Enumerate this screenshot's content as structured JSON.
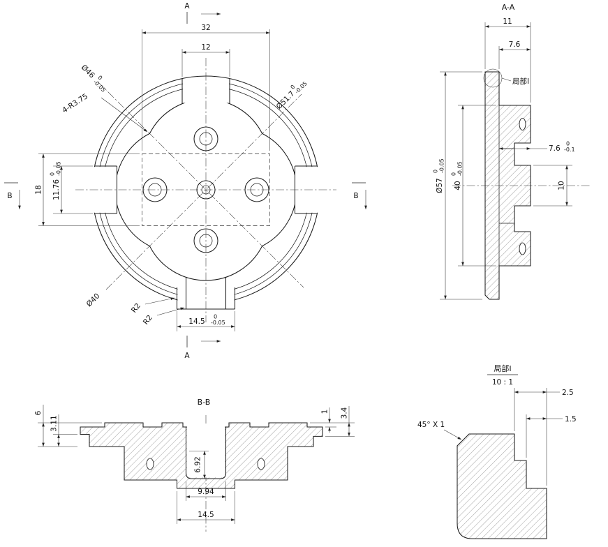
{
  "front": {
    "section_marker_a_top": "A",
    "section_marker_a_bottom": "A",
    "section_marker_b_left": "B",
    "section_marker_b_right": "B",
    "dim_32": "32",
    "dim_12": "12",
    "dim_18": "18",
    "dim_d46": {
      "value": "Ø46",
      "tol_upper": "0",
      "tol_lower": "-0.05"
    },
    "dim_d51_7": {
      "value": "Ø51.7",
      "tol_upper": "0",
      "tol_lower": "-0.05"
    },
    "dim_fillets": "4-R3.75",
    "dim_11_76": {
      "value": "11.76",
      "tol_upper": "0",
      "tol_lower": "-0.05"
    },
    "dim_d40": "Ø40",
    "dim_r2_a": "R2",
    "dim_r2_b": "R2",
    "dim_14_5": {
      "value": "14.5",
      "tol_upper": "0",
      "tol_lower": "-0.05"
    }
  },
  "section_aa": {
    "title": "A-A",
    "dim_11": "11",
    "dim_7_6_top": "7.6",
    "detail_callout": "局部I",
    "dim_d57": {
      "value": "Ø57",
      "tol_upper": "0",
      "tol_lower": "-0.05"
    },
    "dim_40": {
      "value": "40",
      "tol_upper": "0",
      "tol_lower": "-0.05"
    },
    "dim_7_6": {
      "value": "7.6",
      "tol_upper": "0",
      "tol_lower": "-0.1"
    },
    "dim_10": "10"
  },
  "section_bb": {
    "title": "B-B",
    "dim_6": "6",
    "dim_3_11": "3.11",
    "dim_1": "1",
    "dim_3_4": "3.4",
    "dim_6_92": "6.92",
    "dim_9_94": "9.94",
    "dim_14_5": "14.5"
  },
  "detail": {
    "title": "局部I",
    "scale": "10 : 1",
    "dim_2_5": "2.5",
    "dim_1_5": "1.5",
    "chamfer_note": "45° X 1"
  }
}
